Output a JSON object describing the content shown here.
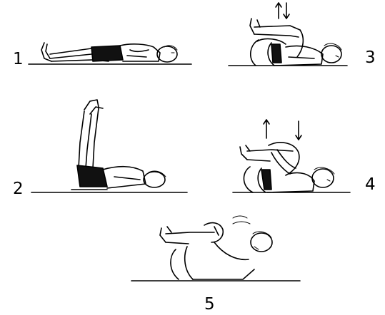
{
  "steps": [
    {
      "label": "1",
      "pose": "lying-flat"
    },
    {
      "label": "2",
      "pose": "legs-raised-vertical"
    },
    {
      "label": "3",
      "pose": "knees-bent-to-chest"
    },
    {
      "label": "4",
      "pose": "hug-knees-to-chest"
    },
    {
      "label": "5",
      "pose": "curl-head-to-knees"
    }
  ],
  "colors": {
    "line": "#000000",
    "background": "#ffffff"
  }
}
